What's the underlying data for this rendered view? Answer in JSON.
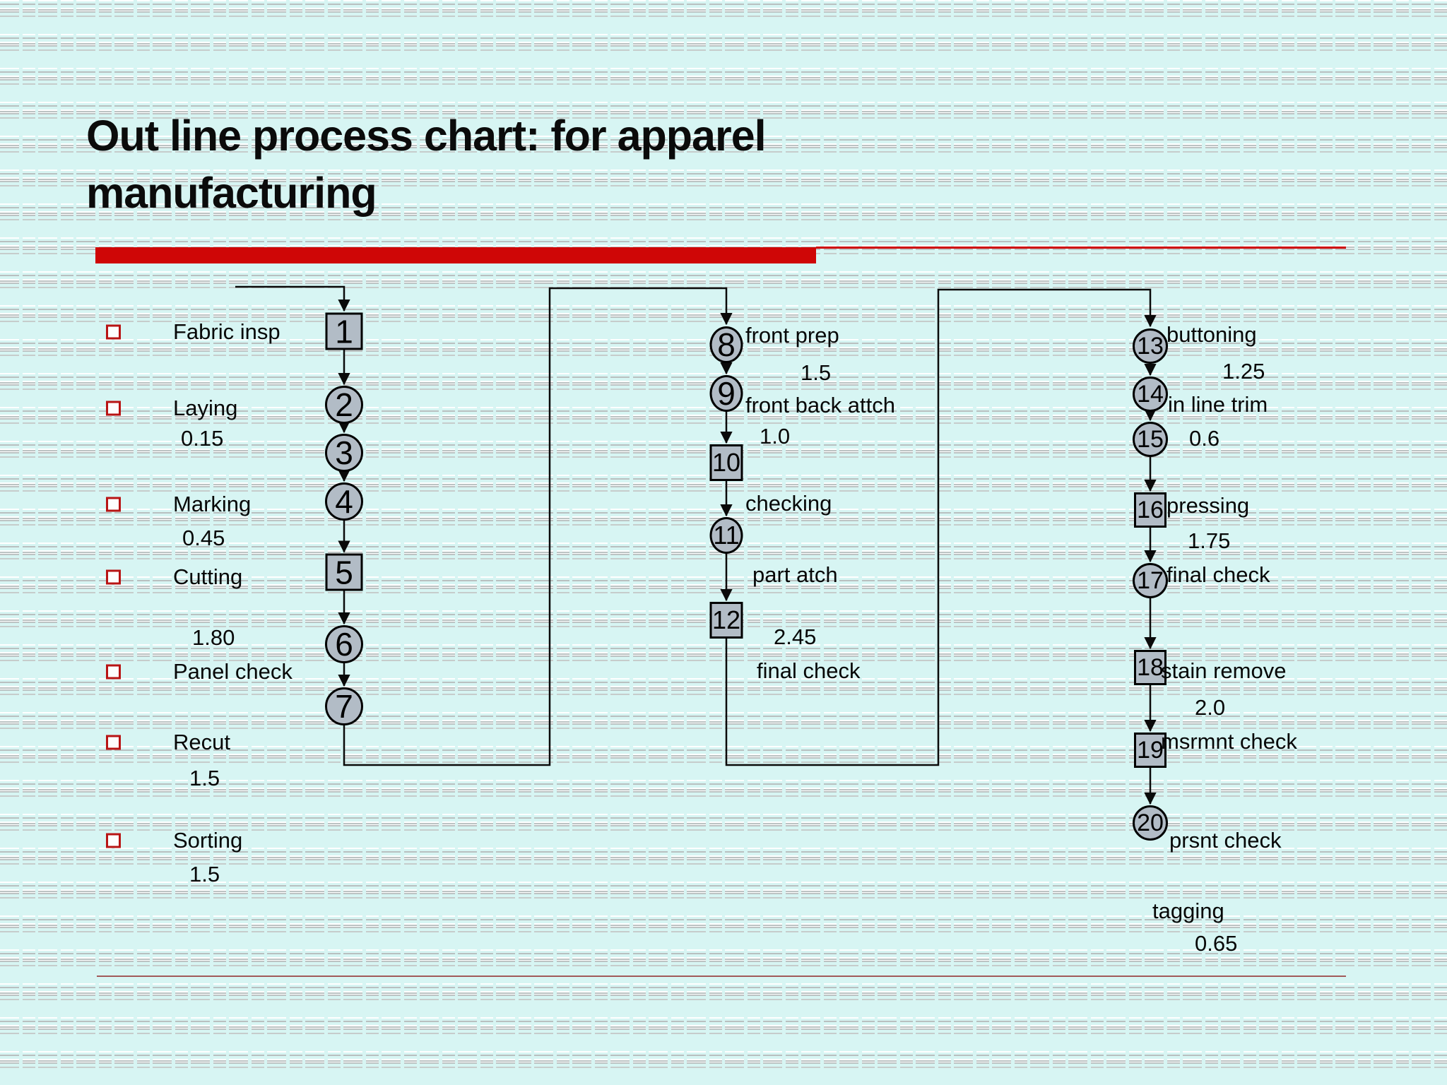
{
  "slide": {
    "title_line1": "Out line process chart: for apparel",
    "title_line2": "manufacturing"
  },
  "colors": {
    "accent_bar": "#cf0606",
    "bullet_border": "#b81414",
    "node_fill": "#b2bcc6",
    "background": "#d7f5f3",
    "connector": "#0a0a0a"
  },
  "bullet_list": [
    {
      "label": "Fabric insp",
      "value": ""
    },
    {
      "label": "Laying",
      "value": "0.15"
    },
    {
      "label": "Marking",
      "value": "0.45"
    },
    {
      "label": "Cutting",
      "value": "1.80"
    },
    {
      "label": "Panel check",
      "value": ""
    },
    {
      "label": "Recut",
      "value": "1.5"
    },
    {
      "label": "Sorting",
      "value": "1.5"
    }
  ],
  "process_chart": {
    "columns": [
      {
        "nodes": [
          {
            "num": "1",
            "shape": "square"
          },
          {
            "num": "2",
            "shape": "circle"
          },
          {
            "num": "3",
            "shape": "circle"
          },
          {
            "num": "4",
            "shape": "circle"
          },
          {
            "num": "5",
            "shape": "square"
          },
          {
            "num": "6",
            "shape": "circle"
          },
          {
            "num": "7",
            "shape": "circle"
          }
        ],
        "annotations": []
      },
      {
        "nodes": [
          {
            "num": "8",
            "shape": "circle"
          },
          {
            "num": "9",
            "shape": "circle"
          },
          {
            "num": "10",
            "shape": "square"
          },
          {
            "num": "11",
            "shape": "circle"
          },
          {
            "num": "12",
            "shape": "square"
          }
        ],
        "annotations": [
          "front prep",
          "1.5",
          "front back attch",
          "1.0",
          "checking",
          "part atch",
          "2.45",
          "final check"
        ]
      },
      {
        "nodes": [
          {
            "num": "13",
            "shape": "circle"
          },
          {
            "num": "14",
            "shape": "circle"
          },
          {
            "num": "15",
            "shape": "circle"
          },
          {
            "num": "16",
            "shape": "square"
          },
          {
            "num": "17",
            "shape": "circle"
          },
          {
            "num": "18",
            "shape": "square"
          },
          {
            "num": "19",
            "shape": "square"
          },
          {
            "num": "20",
            "shape": "circle"
          }
        ],
        "annotations": [
          "buttoning",
          "1.25",
          "in line trim",
          "0.6",
          "pressing",
          "1.75",
          "final check",
          "stain remove",
          "2.0",
          "msrmnt check",
          "prsnt check",
          "tagging",
          "0.65"
        ]
      }
    ]
  }
}
